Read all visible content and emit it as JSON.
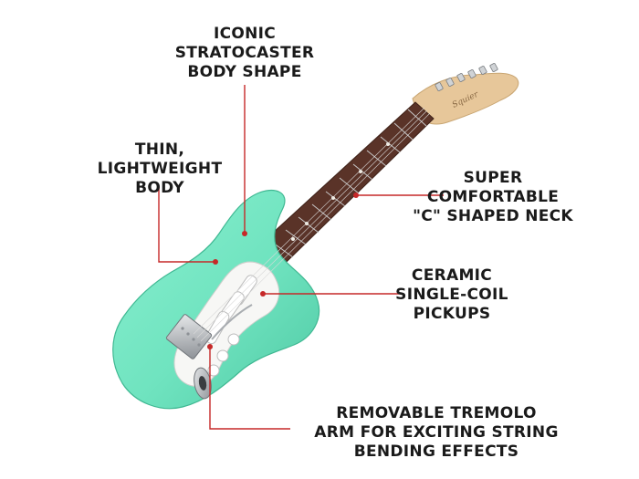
{
  "callouts": {
    "body_shape": [
      "ICONIC",
      "STRATOCASTER",
      "BODY SHAPE"
    ],
    "thin_body": [
      "THIN,",
      "LIGHTWEIGHT",
      "BODY"
    ],
    "neck": [
      "SUPER",
      "COMFORTABLE",
      "\"C\" SHAPED NECK"
    ],
    "pickups": [
      "CERAMIC",
      "SINGLE-COIL",
      "PICKUPS"
    ],
    "tremolo": [
      "REMOVABLE TREMOLO",
      "ARM FOR EXCITING STRING",
      "BENDING EFFECTS"
    ]
  },
  "colors": {
    "body": "#6fe3bf",
    "body_shade": "#4fc9a4",
    "pickguard": "#f7f7f5",
    "fretboard": "#5a3328",
    "maple": "#e7c79a",
    "leader": "#c62828",
    "chrome": "#b9bcc0",
    "text": "#1a1a1a"
  }
}
